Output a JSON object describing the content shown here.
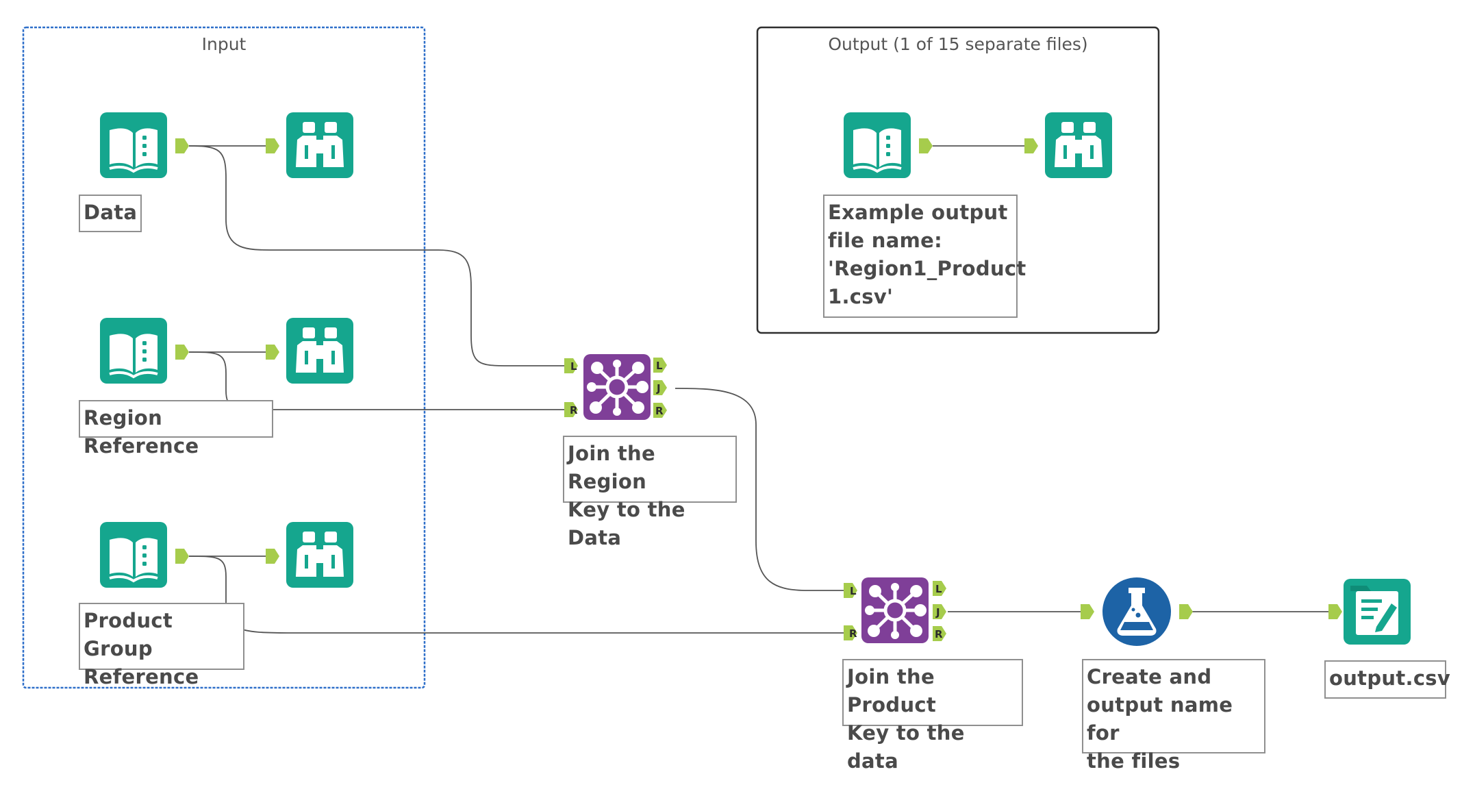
{
  "containers": {
    "input": {
      "title": "Input"
    },
    "output": {
      "title": "Output (1 of 15 separate files)"
    }
  },
  "labels": {
    "data": "Data",
    "region_reference": "Region Reference",
    "product_group_reference": [
      "Product Group",
      "Reference"
    ],
    "example_output": [
      "Example output",
      "file name:",
      "'Region1_Product",
      "1.csv'"
    ],
    "join_region": [
      "Join the Region",
      "Key to the Data"
    ],
    "join_product": [
      "Join the Product",
      "Key to the data"
    ],
    "formula": [
      "Create and",
      "output name for",
      "the files"
    ],
    "output_file": "output.csv"
  },
  "ports": {
    "left": "L",
    "join": "J",
    "right": "R"
  },
  "colors": {
    "io_tool": "#15a68e",
    "join_tool": "#7f3f98",
    "formula_tool": "#1d63a6",
    "port": "#a6cc4c",
    "connector": "#555555",
    "input_container_border": "#2e6fc9",
    "output_container_border": "#2e2e2e"
  },
  "icons": {
    "input_tool": "book-icon",
    "browse_tool": "binoculars-icon",
    "join_tool": "join-network-icon",
    "formula_tool": "flask-icon",
    "output_tool": "document-pencil-icon"
  }
}
